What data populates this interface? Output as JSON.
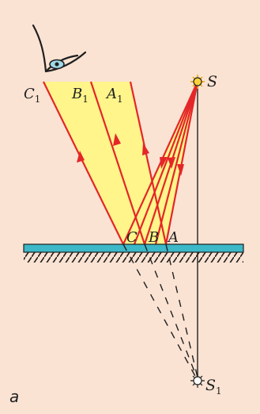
{
  "labels": {
    "C1": "C",
    "C1_sub": "1",
    "B1": "B",
    "B1_sub": "1",
    "A1": "A",
    "A1_sub": "1",
    "S": "S",
    "C": "C",
    "B": "B",
    "A": "A",
    "S1": "S",
    "S1_sub": "1",
    "panel": "a"
  },
  "colors": {
    "background": "#fbe3d3",
    "beam_fill": "#fff58a",
    "ray": "#e42629",
    "mirror": "#3cb8c8",
    "ink": "#1f1f1f"
  },
  "icons": {
    "eye": "eye-icon",
    "source": "light-source-icon",
    "image": "virtual-image-icon"
  }
}
